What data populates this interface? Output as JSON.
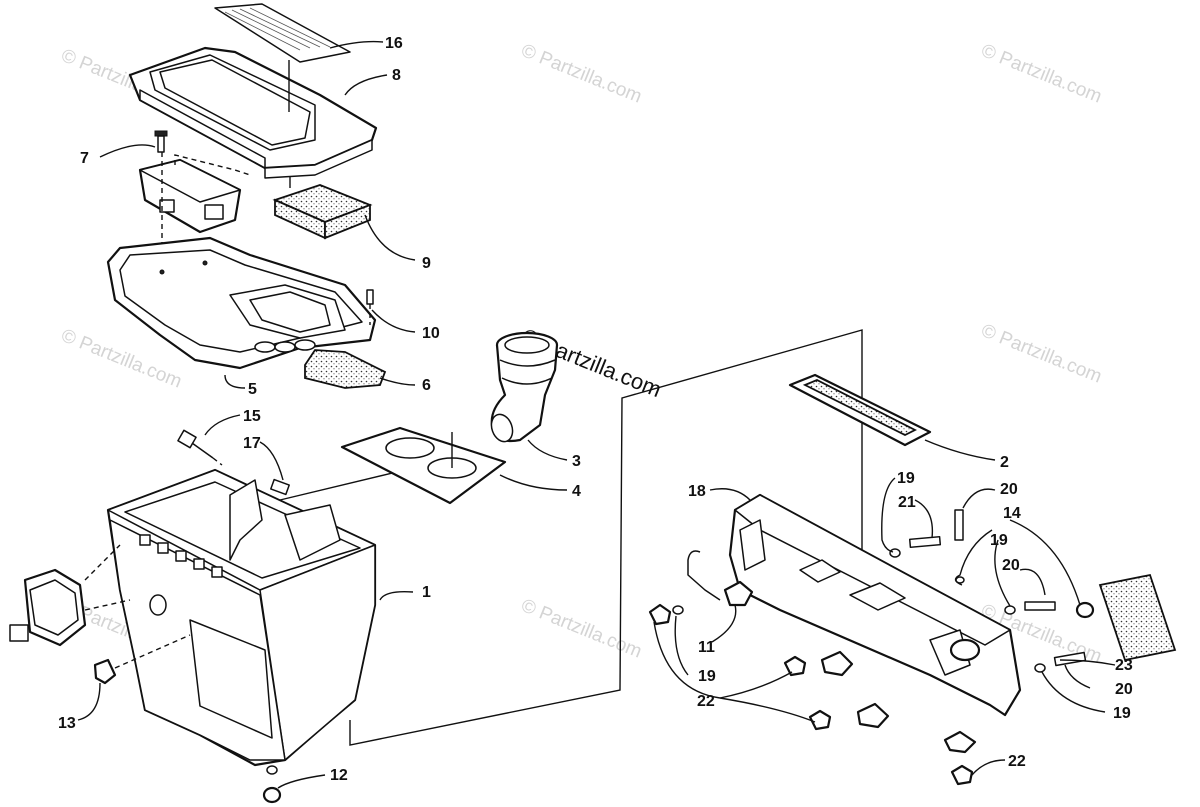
{
  "diagram": {
    "watermark_text": "© Partzilla.com",
    "callouts": [
      "1",
      "2",
      "3",
      "4",
      "5",
      "6",
      "7",
      "8",
      "9",
      "10",
      "11",
      "12",
      "13",
      "14",
      "15",
      "16",
      "17",
      "18",
      "19",
      "20",
      "21",
      "22",
      "23"
    ],
    "callout_19": "19",
    "callout_20": "20",
    "callout_22": "22"
  }
}
